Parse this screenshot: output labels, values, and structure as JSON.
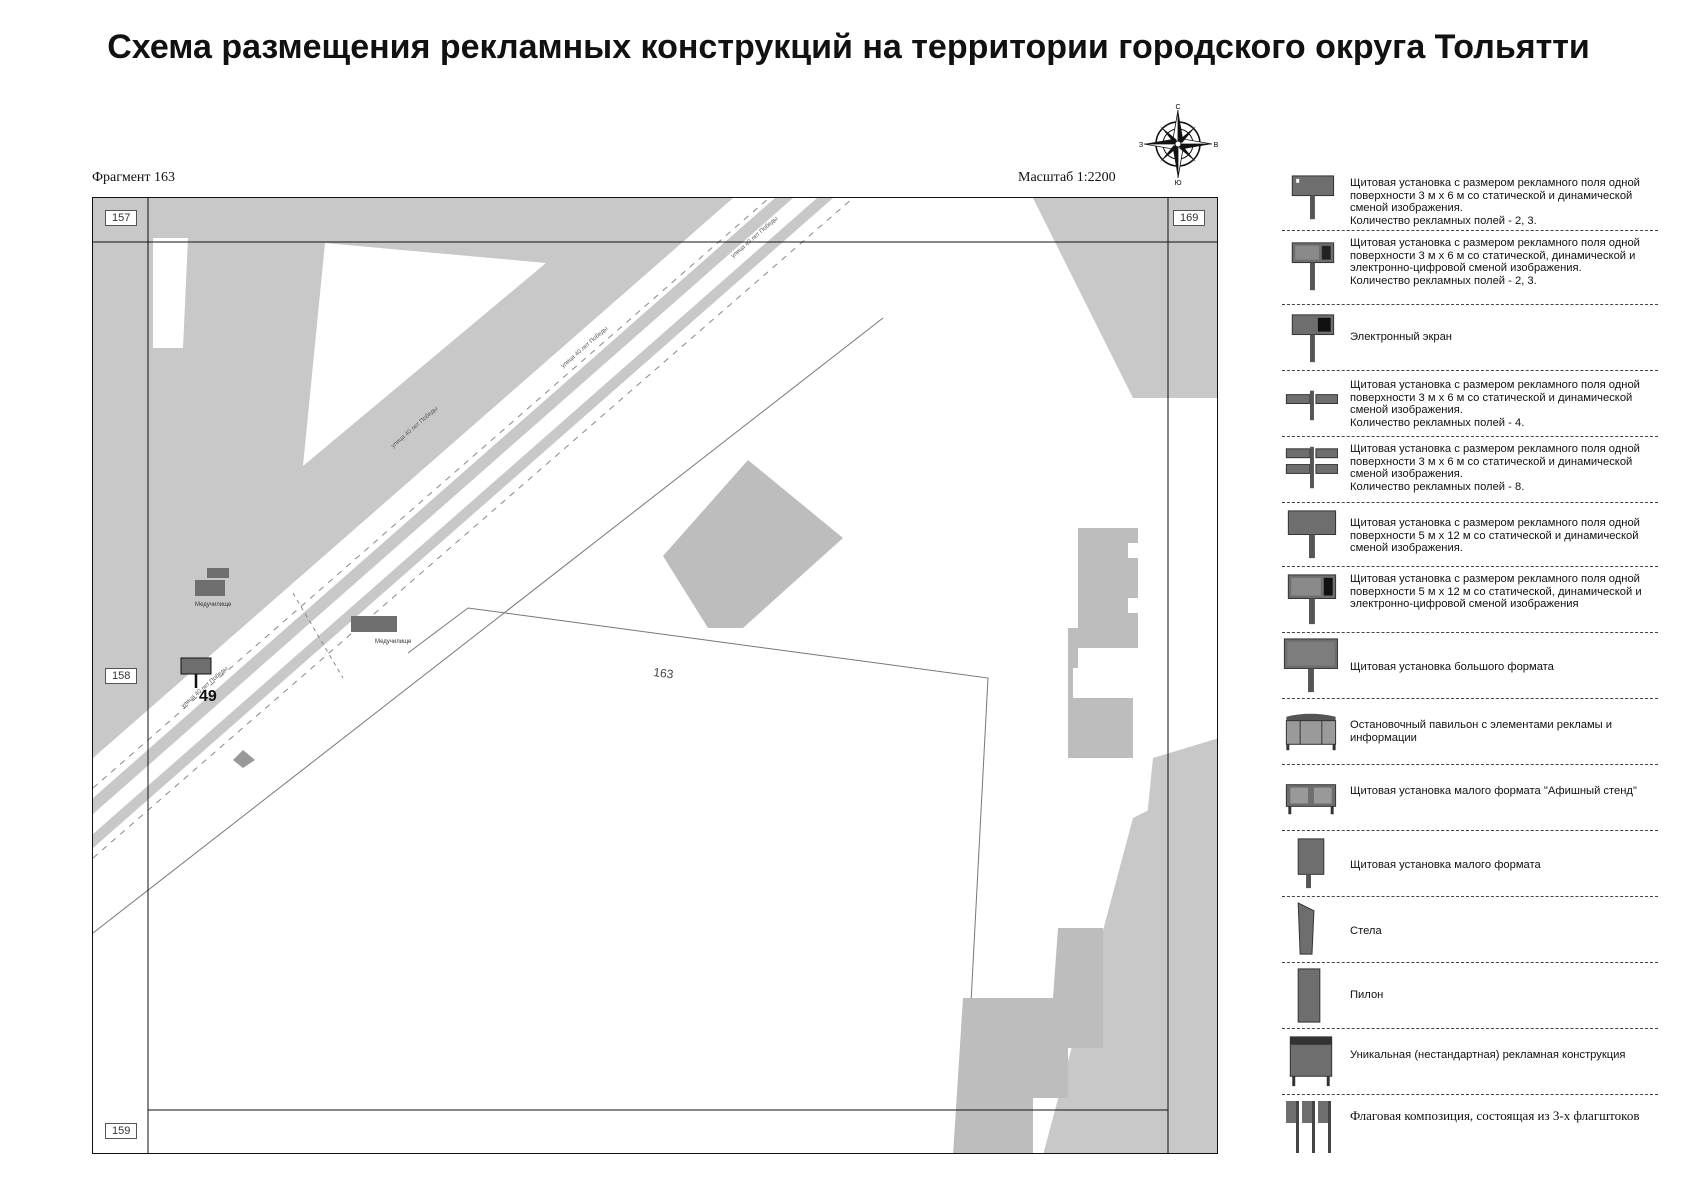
{
  "title": "Схема размещения рекламных конструкций на территории городского округа Тольятти",
  "fragment_label": "Фрагмент 163",
  "scale_label": "Масштаб 1:2200",
  "compass": {
    "n": "С",
    "s": "Ю",
    "e": "В",
    "w": "З"
  },
  "map": {
    "neighbor_labels": {
      "top_left": "157",
      "top_right": "169",
      "left": "158",
      "bottom_left": "159"
    },
    "fragment_number": "163",
    "placement_number": "49",
    "street_label": "улица 40 лет Победы",
    "stop_label": "Медучилище",
    "colors": {
      "terrain": "#c8c8c8",
      "road": "#ffffff",
      "building": "#bdbdbd",
      "billboard": "#6e6e6e"
    }
  },
  "legend": [
    {
      "icon": "billboard-static-dynamic-icon",
      "text": "Щитовая установка с размером рекламного поля одной поверхности 3 м x 6 м со статической и динамической сменой изображения.\nКоличество рекламных полей - 2, 3."
    },
    {
      "icon": "billboard-digital-icon",
      "text": "Щитовая установка с размером рекламного поля одной поверхности 3 м x 6 м со статической, динамической и электронно-цифровой сменой изображения.\nКоличество рекламных полей - 2, 3."
    },
    {
      "icon": "electronic-screen-icon",
      "text": "Электронный экран"
    },
    {
      "icon": "billboard-four-sides-icon",
      "text": "Щитовая установка с размером рекламного поля одной поверхности 3 м x 6 м со статической и динамической сменой изображения.\nКоличество рекламных полей - 4."
    },
    {
      "icon": "billboard-eight-sides-icon",
      "text": "Щитовая установка с размером рекламного поля одной поверхности 3 м x 6 м со статической и динамической сменой изображения.\nКоличество рекламных полей - 8."
    },
    {
      "icon": "billboard-5x12-icon",
      "text": "Щитовая установка с размером рекламного поля одной поверхности 5 м x 12 м со статической и динамической сменой изображения."
    },
    {
      "icon": "billboard-5x12-digital-icon",
      "text": "Щитовая установка с размером рекламного поля одной поверхности 5 м x 12 м со статической, динамической и электронно-цифровой сменой изображения"
    },
    {
      "icon": "large-format-billboard-icon",
      "text": "Щитовая установка большого формата"
    },
    {
      "icon": "bus-stop-pavilion-icon",
      "text": "Остановочный павильон с элементами рекламы и информации"
    },
    {
      "icon": "poster-stand-icon",
      "text": "Щитовая установка малого формата \"Афишный стенд\""
    },
    {
      "icon": "small-format-billboard-icon",
      "text": "Щитовая установка малого формата"
    },
    {
      "icon": "stele-icon",
      "text": "Стела"
    },
    {
      "icon": "pylon-icon",
      "text": "Пилон"
    },
    {
      "icon": "unique-construction-icon",
      "text": "Уникальная (нестандартная) рекламная конструкция"
    },
    {
      "icon": "flag-composition-icon",
      "text": "Флаговая композиция, состоящая из 3-х флагштоков"
    }
  ]
}
